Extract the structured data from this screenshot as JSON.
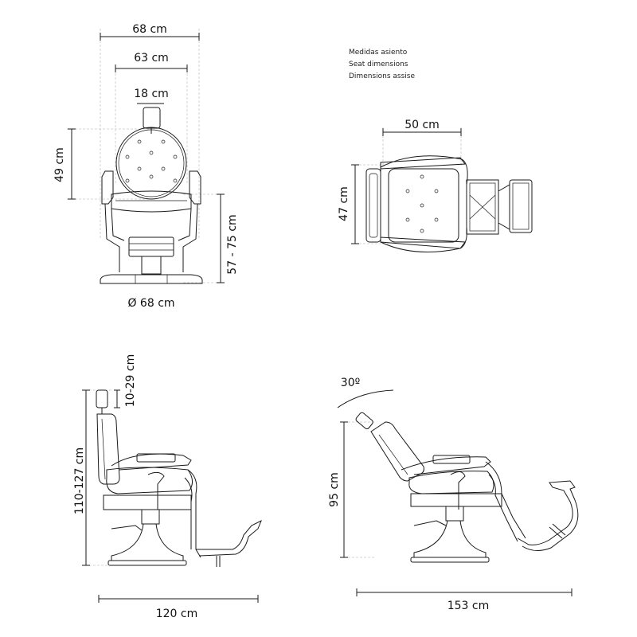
{
  "legend": {
    "line1": "Medidas asiento",
    "line2": "Seat dimensions",
    "line3": "Dimensions assise"
  },
  "front_view": {
    "width_total": "68 cm",
    "width_inner": "63 cm",
    "headrest_width": "18 cm",
    "back_height": "49 cm",
    "seat_height": "57 - 75 cm",
    "base_diameter": "Ø 68 cm"
  },
  "top_view": {
    "seat_width": "50 cm",
    "seat_depth": "47 cm"
  },
  "side_view": {
    "headrest_adjust": "10-29 cm",
    "height": "110-127 cm",
    "length": "120 cm"
  },
  "reclined_view": {
    "angle": "30º",
    "height": "95 cm",
    "length": "153 cm"
  },
  "colors": {
    "line": "#1a1a1a",
    "guide": "#c9c9c9"
  }
}
